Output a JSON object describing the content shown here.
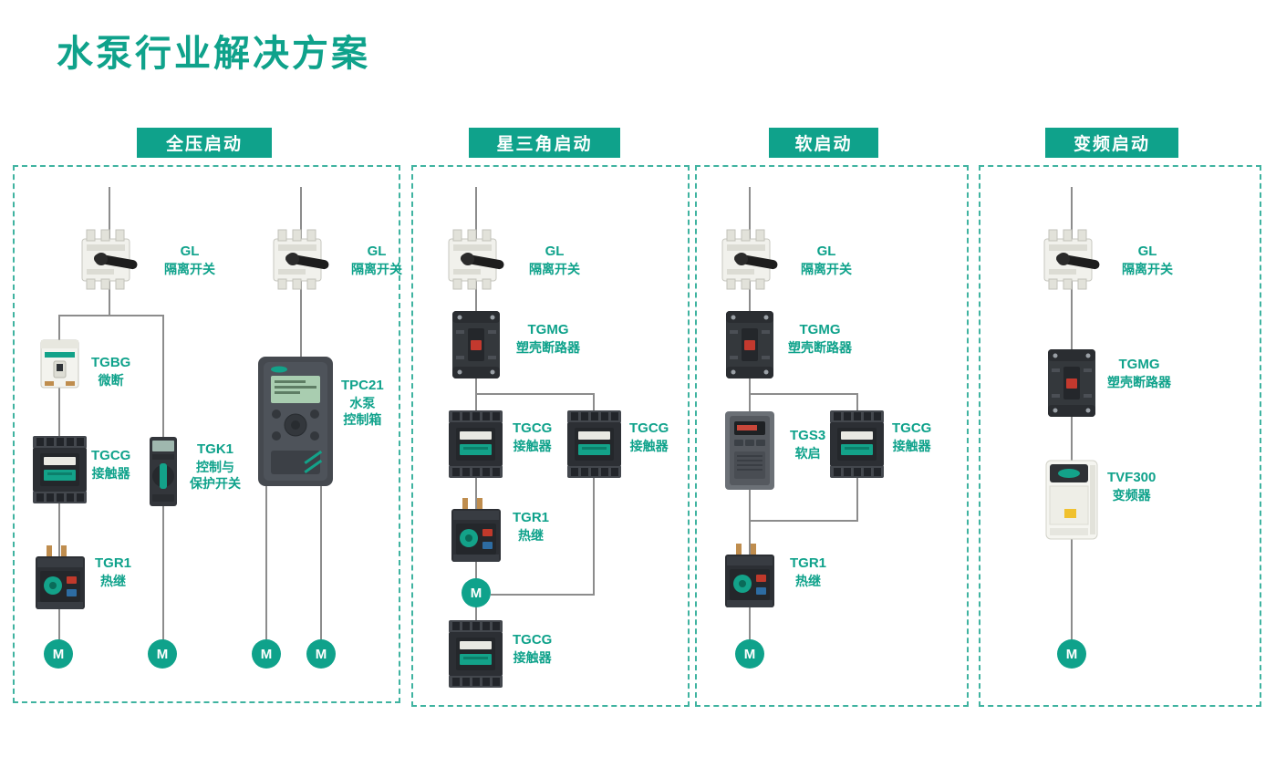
{
  "title": "水泵行业解决方案",
  "motor_label": "M",
  "colors": {
    "accent": "#0FA28B",
    "wire": "#8C8C8C",
    "panel_border": "#3FB3A0"
  },
  "panels": [
    {
      "header": "全压启动",
      "components": {
        "gl1": {
          "model": "GL",
          "desc": [
            "隔离开关"
          ]
        },
        "tgbg": {
          "model": "TGBG",
          "desc": [
            "微断"
          ]
        },
        "tgcg": {
          "model": "TGCG",
          "desc": [
            "接触器"
          ]
        },
        "tgr1": {
          "model": "TGR1",
          "desc": [
            "热继"
          ]
        },
        "tgk1": {
          "model": "TGK1",
          "desc": [
            "控制与",
            "保护开关"
          ]
        },
        "gl2": {
          "model": "GL",
          "desc": [
            "隔离开关"
          ]
        },
        "tpc21": {
          "model": "TPC21",
          "desc": [
            "水泵",
            "控制箱"
          ]
        }
      }
    },
    {
      "header": "星三角启动",
      "components": {
        "gl": {
          "model": "GL",
          "desc": [
            "隔离开关"
          ]
        },
        "tgmg": {
          "model": "TGMG",
          "desc": [
            "塑壳断路器"
          ]
        },
        "tgcg_left": {
          "model": "TGCG",
          "desc": [
            "接触器"
          ]
        },
        "tgcg_right": {
          "model": "TGCG",
          "desc": [
            "接触器"
          ]
        },
        "tgr1": {
          "model": "TGR1",
          "desc": [
            "热继"
          ]
        },
        "tgcg_bottom": {
          "model": "TGCG",
          "desc": [
            "接触器"
          ]
        }
      }
    },
    {
      "header": "软启动",
      "components": {
        "gl": {
          "model": "GL",
          "desc": [
            "隔离开关"
          ]
        },
        "tgmg": {
          "model": "TGMG",
          "desc": [
            "塑壳断路器"
          ]
        },
        "tgs3": {
          "model": "TGS3",
          "desc": [
            "软启"
          ]
        },
        "tgcg": {
          "model": "TGCG",
          "desc": [
            "接触器"
          ]
        },
        "tgr1": {
          "model": "TGR1",
          "desc": [
            "热继"
          ]
        }
      }
    },
    {
      "header": "变频启动",
      "components": {
        "gl": {
          "model": "GL",
          "desc": [
            "隔离开关"
          ]
        },
        "tgmg": {
          "model": "TGMG",
          "desc": [
            "塑壳断路器"
          ]
        },
        "tvf300": {
          "model": "TVF300",
          "desc": [
            "变频器"
          ]
        }
      }
    }
  ]
}
